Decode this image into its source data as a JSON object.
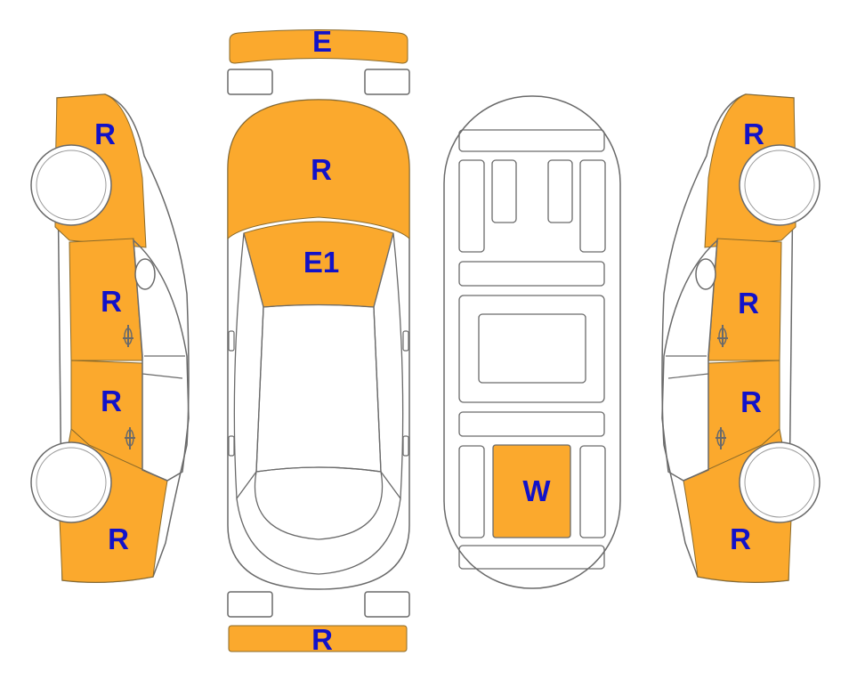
{
  "colors": {
    "marked": "#fba92d",
    "label": "#1212c8",
    "outline": "#6a6a6a",
    "body": "#ffffff",
    "edge": "#8a6a2a"
  },
  "labels": {
    "front_bumper": "E",
    "hood": "R",
    "windshield": "E1",
    "rear_bumper": "R",
    "floor_panel": "W",
    "left_front_fender": "R",
    "left_front_door": "R",
    "left_rear_door": "R",
    "left_rear_quarter": "R",
    "right_front_fender": "R",
    "right_front_door": "R",
    "right_rear_door": "R",
    "right_rear_quarter": "R"
  }
}
